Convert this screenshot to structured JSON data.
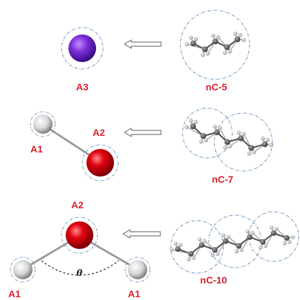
{
  "rows": [
    {
      "label_cg": "A3",
      "label_chain": "nC-5",
      "sites": [
        "A3"
      ],
      "chain_atoms": 5
    },
    {
      "label_cg": "A2",
      "label_chain": "nC-7",
      "sites": [
        "A1",
        "A2"
      ],
      "chain_atoms": 7
    },
    {
      "label_cg": "A2",
      "label_chain": "nC-10",
      "sites": [
        "A1",
        "A2",
        "A1"
      ],
      "chain_atoms": 10,
      "angle_symbol": "θ"
    }
  ],
  "colors": {
    "label": "#d9202a",
    "a3": "#6a1fc4",
    "a2": "#d4000c",
    "a1": "#cfcfcf",
    "carbon": "#555555",
    "hydrogen": "#bdbdbd",
    "dash": "#6a8fb5"
  }
}
